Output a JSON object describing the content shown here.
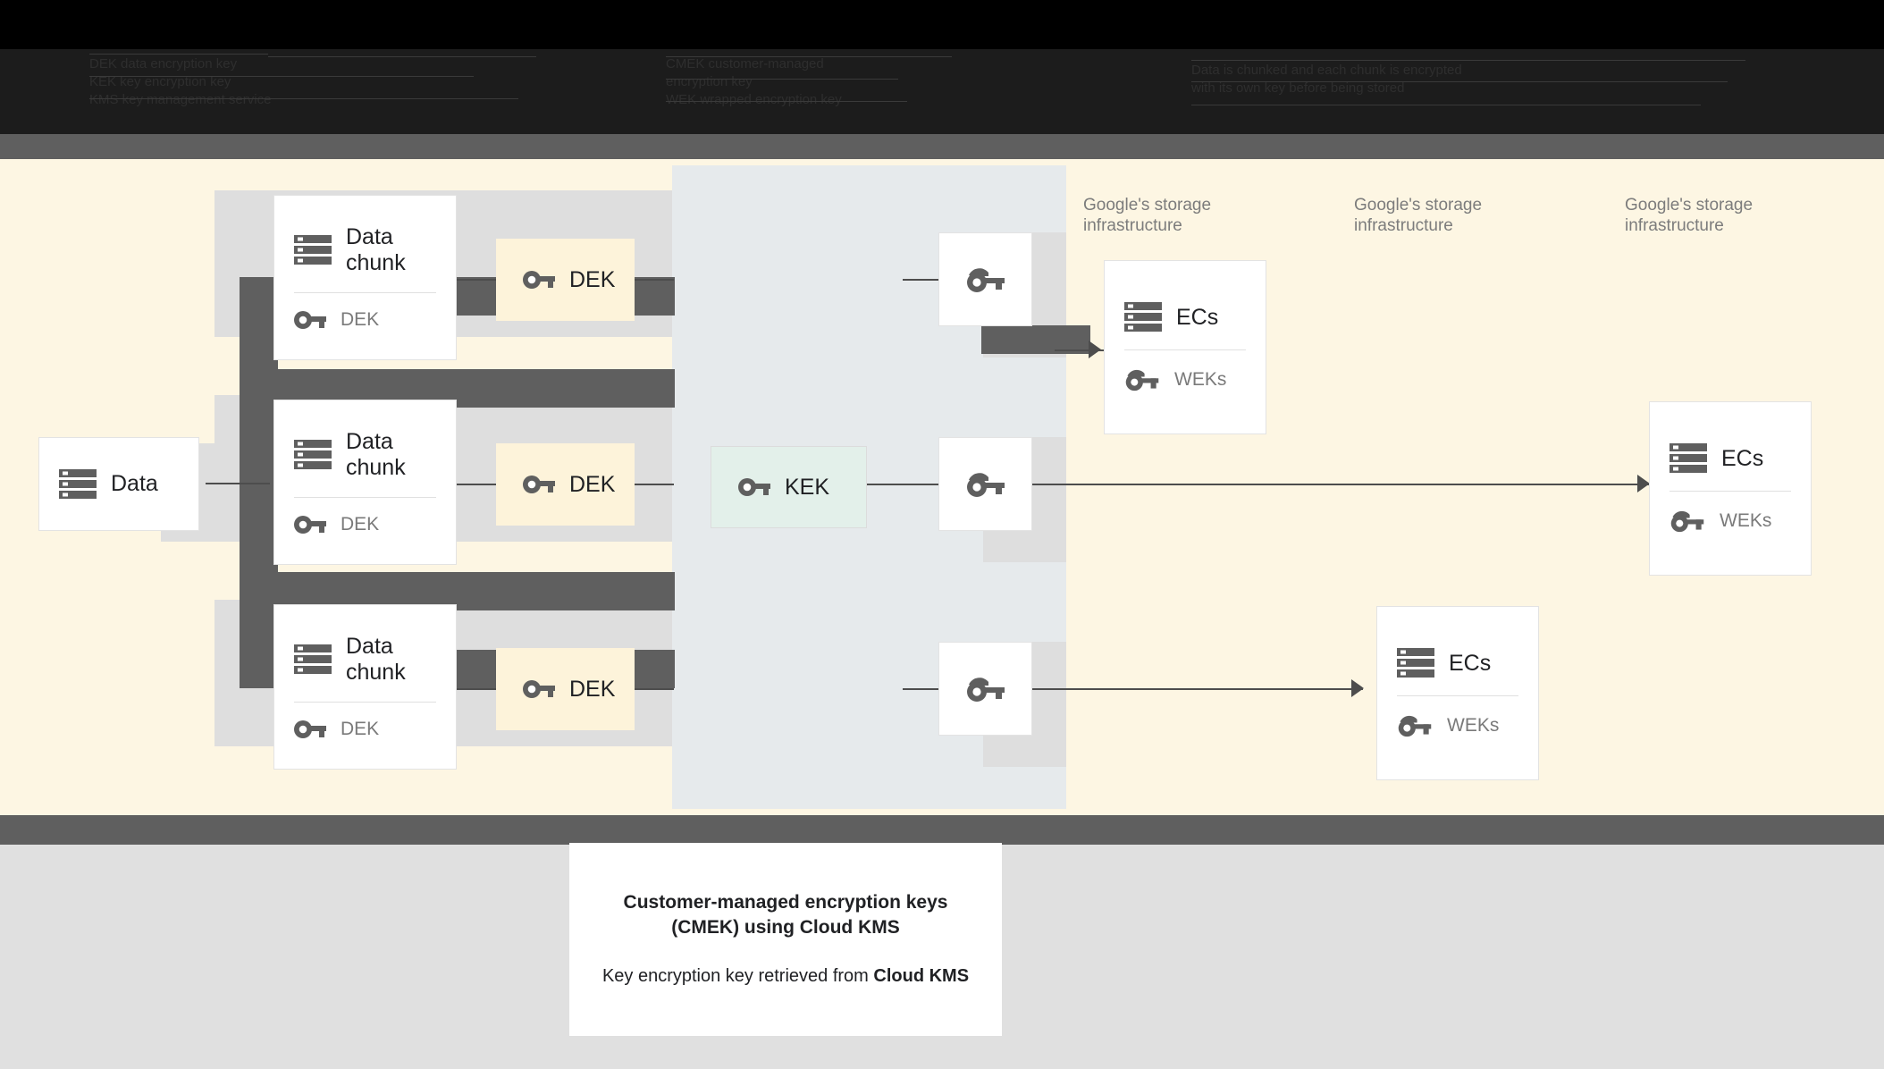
{
  "header": {
    "legend_col1": "DEK      data encryption key\nKEK      key encryption key\nKMS      key management service",
    "legend_col2": "CMEK    customer-managed\n            encryption key\nWEK      wrapped encryption key",
    "legend_col3": "Data is chunked and each chunk is encrypted\nwith its own key before being stored",
    "band_color": "#5f5f5f"
  },
  "colors": {
    "cream": "#fdf6e3",
    "gray": "#dedede",
    "bluegray": "#e6eaec",
    "dark": "#5f5f5f",
    "dek_fill": "#fdf3da",
    "kek_fill": "#e3f0ea",
    "icon": "#5f5f5f",
    "line": "#4d4d4d"
  },
  "diagram": {
    "data_card": {
      "title": "Data",
      "icon": "storage-icon"
    },
    "chunks": [
      {
        "title": "Data\nchunk",
        "key_label": "DEK",
        "icon": "storage-icon",
        "key_icon": "key-icon"
      },
      {
        "title": "Data\nchunk",
        "key_label": "DEK",
        "icon": "storage-icon",
        "key_icon": "key-icon"
      },
      {
        "title": "Data\nchunk",
        "key_label": "DEK",
        "icon": "storage-icon",
        "key_icon": "key-icon"
      }
    ],
    "dek_cards": [
      {
        "label": "DEK",
        "icon": "key-icon"
      },
      {
        "label": "DEK",
        "icon": "key-icon"
      },
      {
        "label": "DEK",
        "icon": "key-icon"
      }
    ],
    "kek_card": {
      "label": "KEK",
      "icon": "key-icon"
    },
    "wek_cards": [
      {
        "icon": "double-key-icon"
      },
      {
        "icon": "double-key-icon"
      },
      {
        "icon": "double-key-icon"
      }
    ],
    "storage_labels": [
      "Google's storage\ninfrastructure",
      "Google's storage\ninfrastructure",
      "Google's storage\ninfrastructure"
    ],
    "ec_cards": [
      {
        "title": "ECs",
        "key_label": "WEKs",
        "icon": "storage-icon",
        "key_icon": "double-key-icon"
      },
      {
        "title": "ECs",
        "key_label": "WEKs",
        "icon": "storage-icon",
        "key_icon": "double-key-icon"
      },
      {
        "title": "ECs",
        "key_label": "WEKs",
        "icon": "storage-icon",
        "key_icon": "double-key-icon"
      }
    ]
  },
  "caption": {
    "line1": "Customer-managed encryption keys (CMEK) using Cloud KMS",
    "line2_pre": "Key encryption key retrieved from ",
    "line2_bold": "Cloud KMS"
  }
}
